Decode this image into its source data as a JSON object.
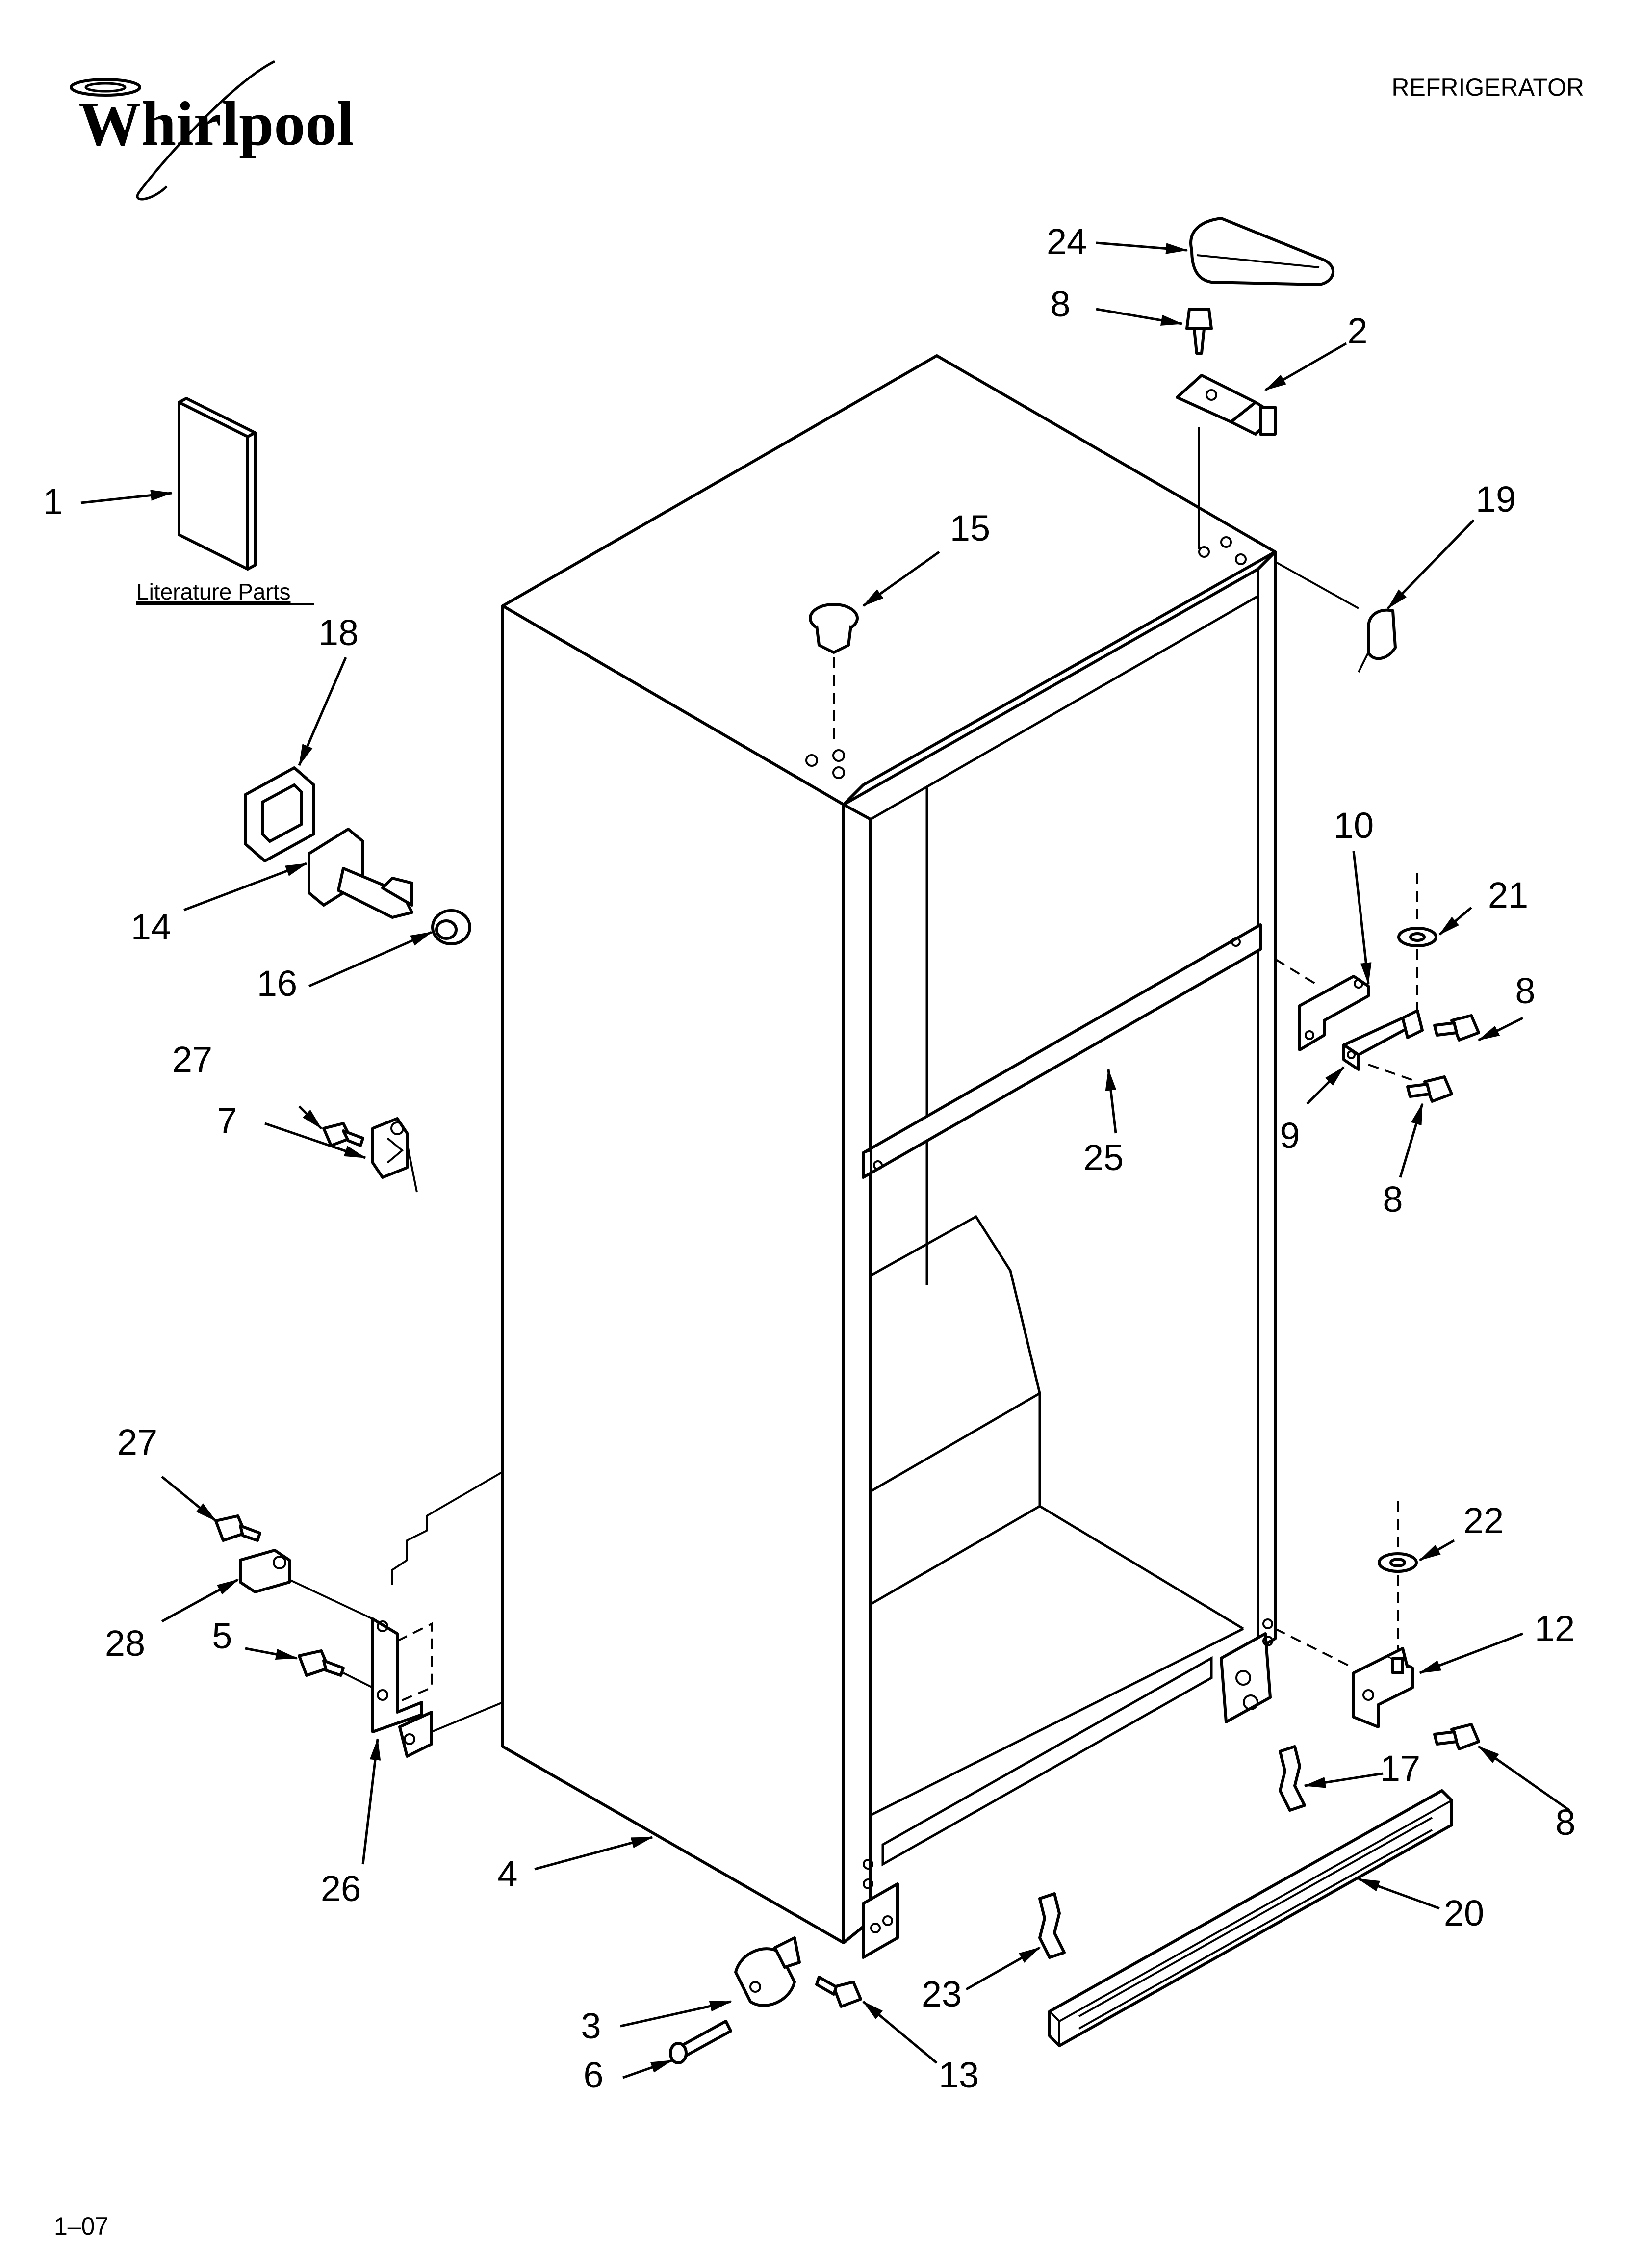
{
  "brand": "Whirlpool",
  "header": {
    "product": "REFRIGERATOR"
  },
  "footer": {
    "date_code": "1–07"
  },
  "literature": {
    "label": "Literature Parts"
  },
  "callouts": {
    "c1": "1",
    "c2": "2",
    "c3": "3",
    "c4": "4",
    "c5": "5",
    "c6": "6",
    "c7": "7",
    "c8a": "8",
    "c8b": "8",
    "c8c": "8",
    "c8d": "8",
    "c9": "9",
    "c10": "10",
    "c12": "12",
    "c13": "13",
    "c14": "14",
    "c15": "15",
    "c16": "16",
    "c17": "17",
    "c18": "18",
    "c19": "19",
    "c20": "20",
    "c21": "21",
    "c22": "22",
    "c23": "23",
    "c24": "24",
    "c25": "25",
    "c26": "26",
    "c27a": "27",
    "c27b": "27",
    "c28": "28"
  }
}
